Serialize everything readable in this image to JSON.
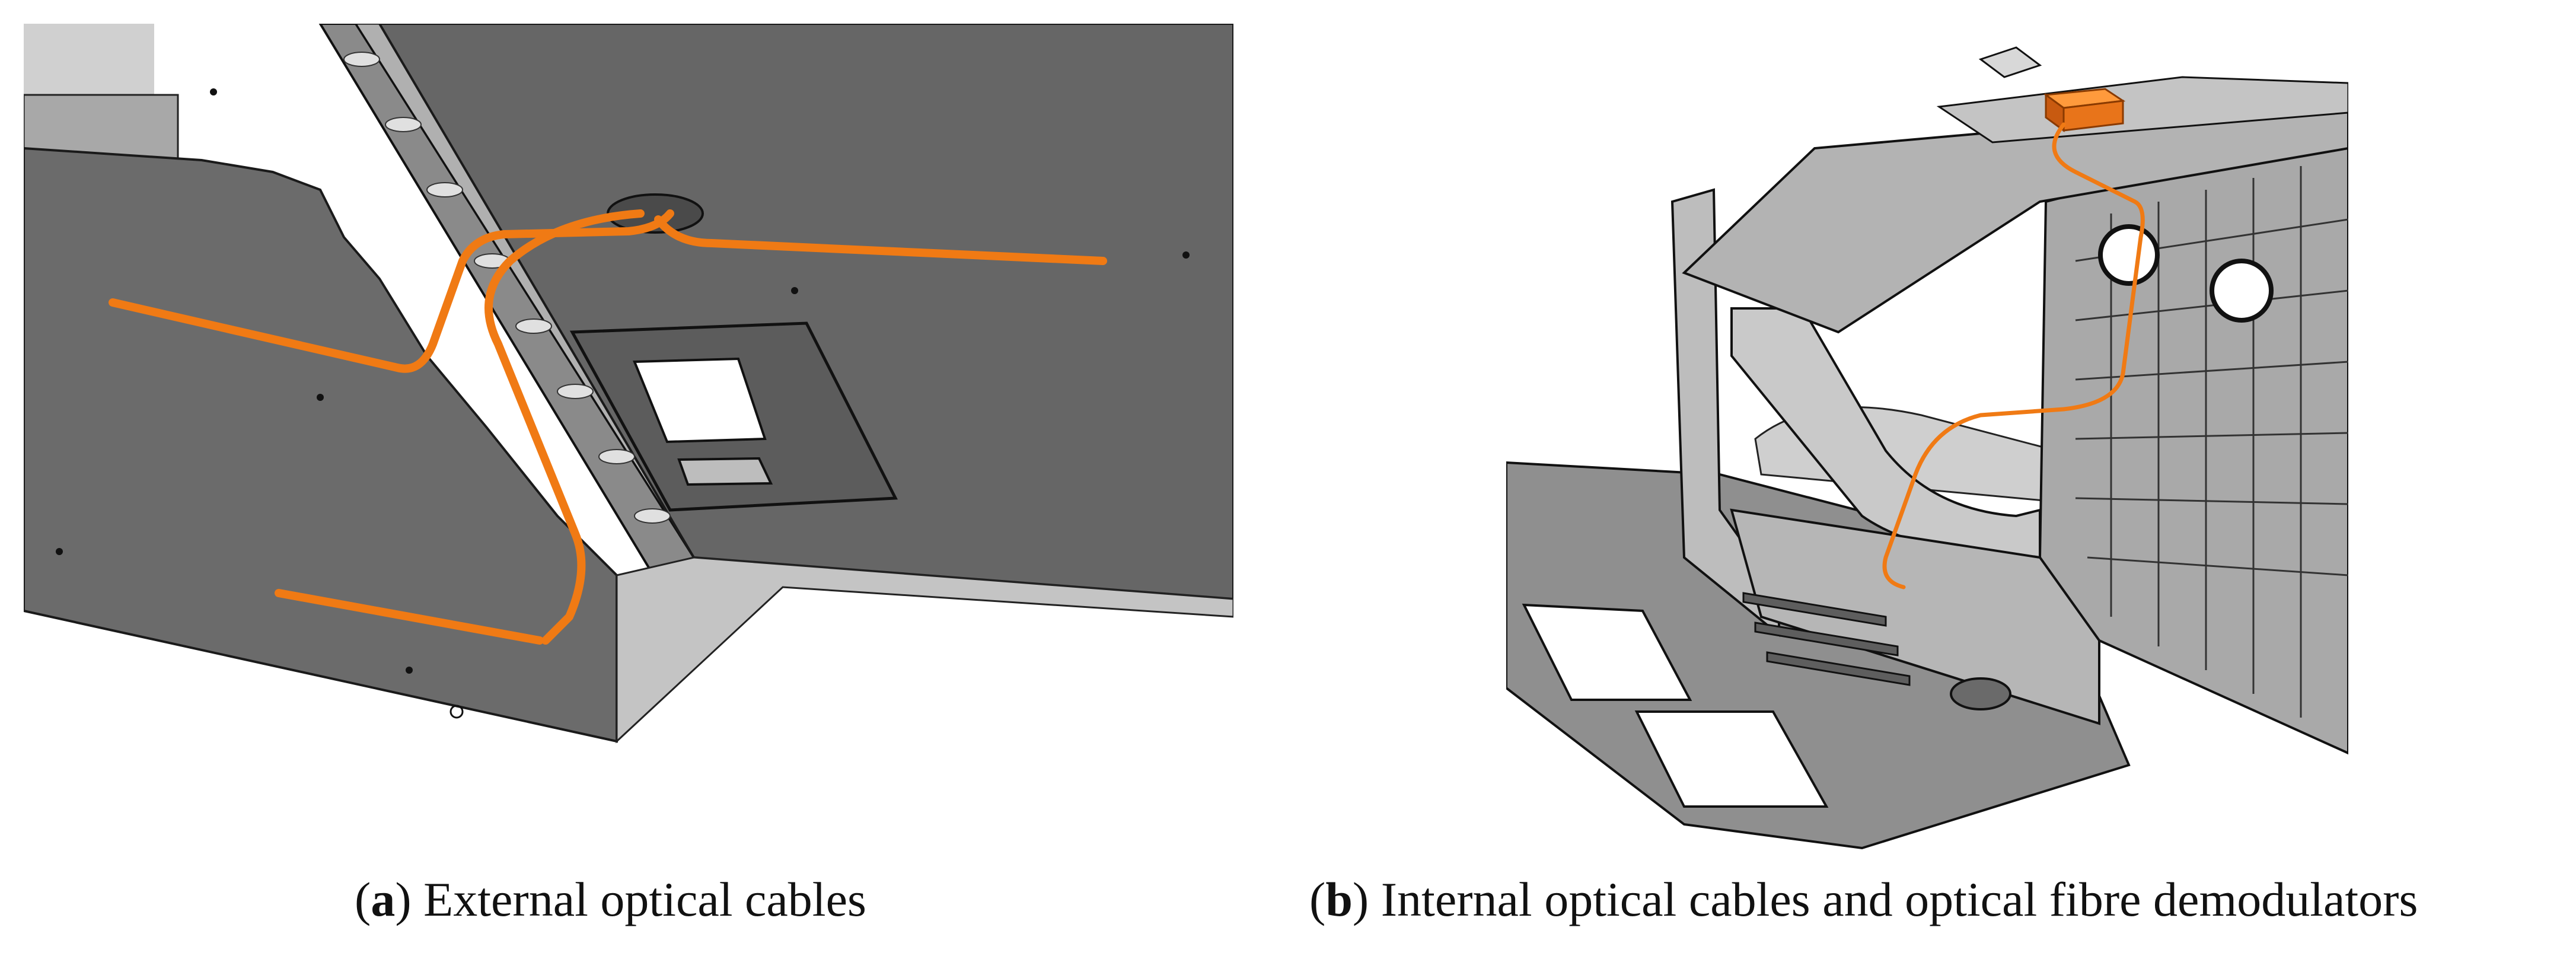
{
  "figure": {
    "panel_a": {
      "label": "a",
      "caption": "External optical cables"
    },
    "panel_b": {
      "label": "b",
      "caption": "Internal optical cables and optical fibre demodulators"
    }
  },
  "colors": {
    "cable": "#f07a14",
    "surface_dark": "#6a6a6a",
    "surface_mid": "#8c8c8c",
    "surface_light": "#c8c8c8",
    "edge": "#1a1a1a"
  }
}
